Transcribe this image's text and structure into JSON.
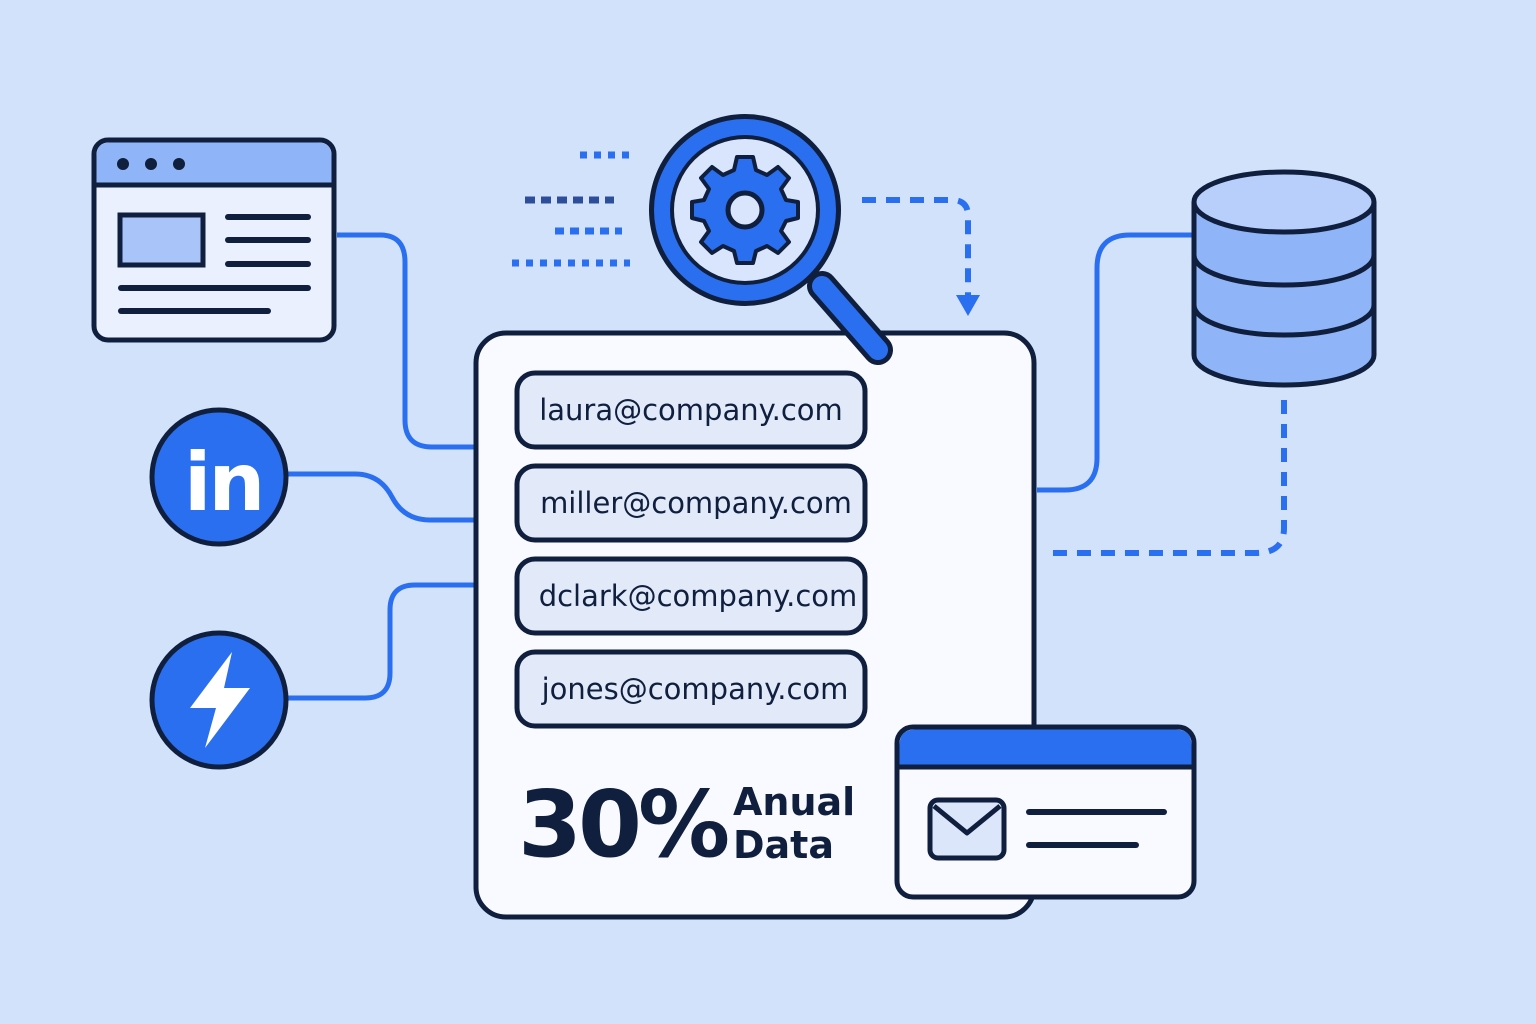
{
  "emails": [
    "laura@company.com",
    "miller@company.com",
    "dclark@company.com",
    "jones@company.com"
  ],
  "stat": {
    "value": "30%",
    "label_line1": "Anual",
    "label_line2": "Data"
  },
  "icons": {
    "linkedin_text": "in"
  },
  "colors": {
    "background": "#d3e2fb",
    "navy": "#0f1f3d",
    "blue": "#2a6ff0",
    "light_blue": "#8fb4f7",
    "card": "#f8faff",
    "pill": "#e2eafa"
  }
}
